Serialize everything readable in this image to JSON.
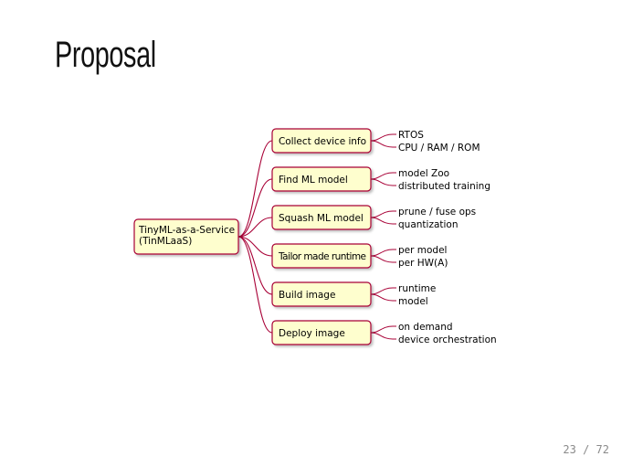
{
  "slide": {
    "title": "Proposal",
    "page": "23 / 72"
  },
  "colors": {
    "node_fill": "#FEFECE",
    "node_stroke": "#A80036",
    "edge": "#A80036",
    "text": "#000000"
  },
  "mindmap": {
    "root": {
      "label": "TinyML-as-a-Service (TinML aaS)",
      "lines": [
        "TinyML-as-a-Service",
        "(TinMLaaS)"
      ]
    },
    "branches": [
      {
        "label": "Collect device info",
        "leaves": [
          "RTOS",
          "CPU / RAM / ROM"
        ]
      },
      {
        "label": "Find ML model",
        "leaves": [
          "model Zoo",
          "distributed training"
        ]
      },
      {
        "label": "Squash ML model",
        "leaves": [
          "prune / fuse ops",
          "quantization"
        ]
      },
      {
        "label": "Tailor made runtime",
        "leaves": [
          "per model",
          "per HW(A)"
        ]
      },
      {
        "label": "Build image",
        "leaves": [
          "runtime",
          "model"
        ]
      },
      {
        "label": "Deploy image",
        "leaves": [
          "on demand",
          "device orchestration"
        ]
      }
    ]
  }
}
